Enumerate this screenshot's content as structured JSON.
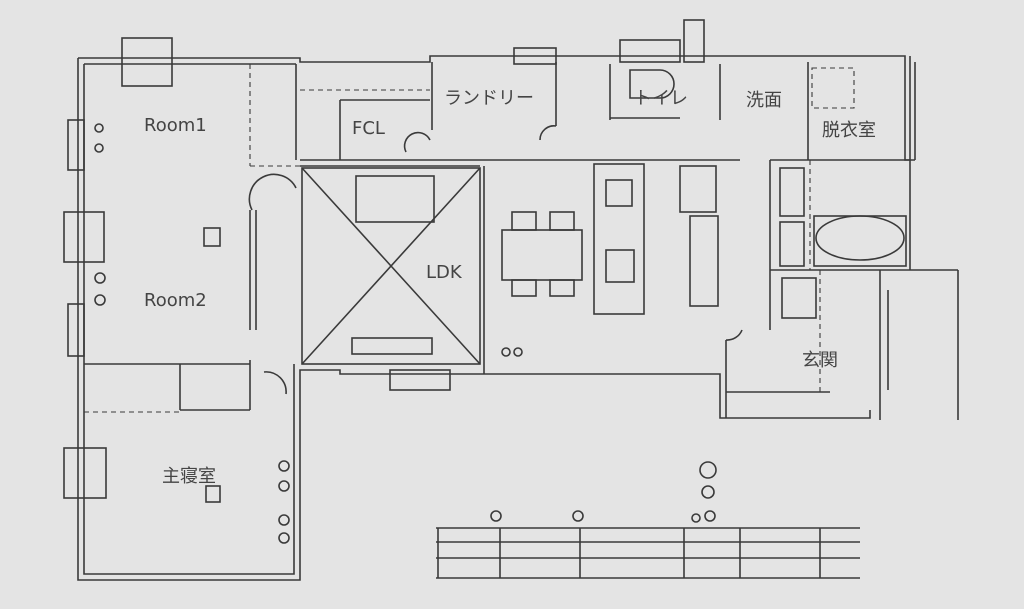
{
  "rooms": {
    "room1": "Room1",
    "room2": "Room2",
    "fcl": "FCL",
    "laundry": "ランドリー",
    "toilet": "トイレ",
    "washroom": "洗面",
    "dressing": "脱衣室",
    "ldk": "LDK",
    "entrance": "玄関",
    "master_bedroom": "主寝室"
  },
  "colors": {
    "background": "#e4e4e4",
    "line": "#3a3a3a"
  }
}
